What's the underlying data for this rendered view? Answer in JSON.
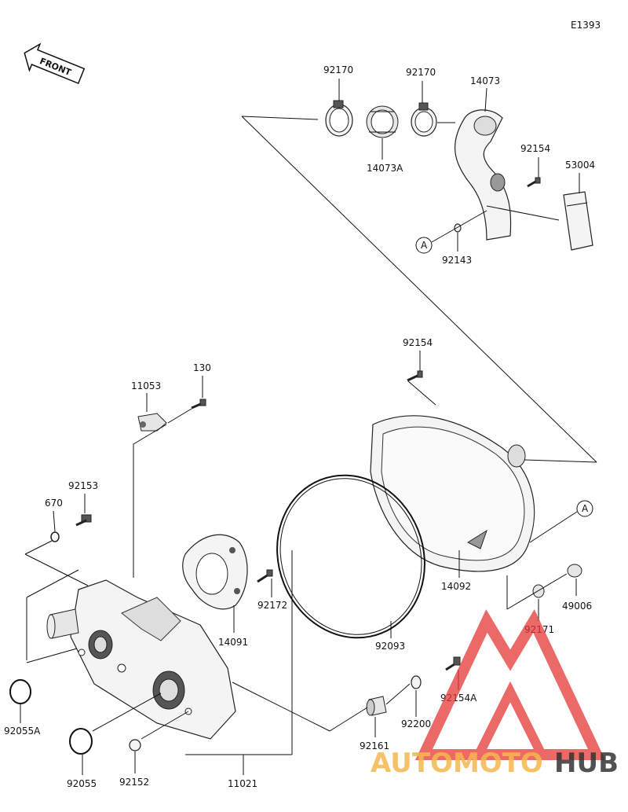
{
  "diagram_code": "E1393",
  "front_label": "FRONT",
  "ref_marker": "A",
  "watermark": {
    "part1": "AUTOMOTO",
    "part2": "HUB",
    "color1": "#f5b84e",
    "color2": "#333333",
    "logo_color": "#e53935"
  },
  "parts": {
    "p92170a": "92170",
    "p92170b": "92170",
    "p14073": "14073",
    "p14073A": "14073A",
    "p92154a": "92154",
    "p53004": "53004",
    "p92143": "92143",
    "p92154b": "92154",
    "p130": "130",
    "p11053": "11053",
    "p92153": "92153",
    "p670": "670",
    "p14092": "14092",
    "p49006": "49006",
    "p92171": "92171",
    "p92172": "92172",
    "p14091": "14091",
    "p92093": "92093",
    "p92154A": "92154A",
    "p92200": "92200",
    "p92161": "92161",
    "p92055A": "92055A",
    "p92055": "92055",
    "p92152": "92152",
    "p11021": "11021"
  }
}
